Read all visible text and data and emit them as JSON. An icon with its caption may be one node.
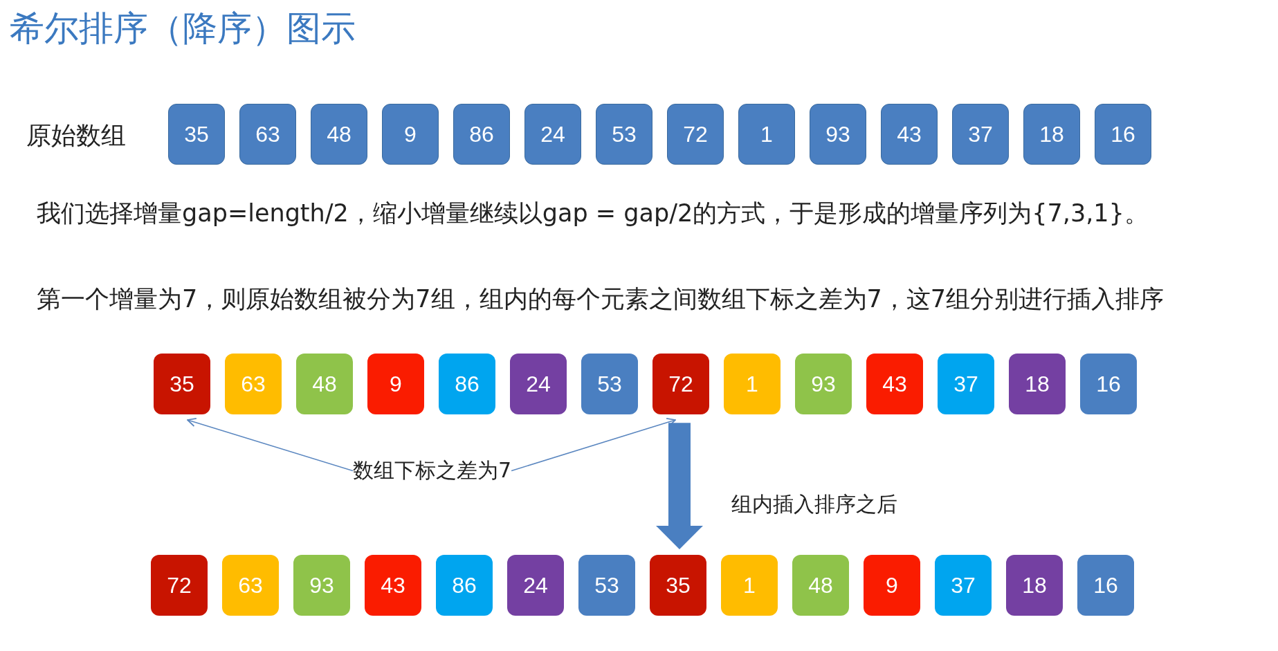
{
  "diagram": {
    "title": "希尔排序（降序）图示",
    "nodes": [
      {
        "text": [
          "35"
        ]
      },
      {
        "text": [
          "63"
        ]
      },
      {
        "text": [
          "48"
        ]
      },
      {
        "text": [
          "9"
        ]
      },
      {
        "text": [
          "86"
        ]
      },
      {
        "text": [
          "24"
        ]
      },
      {
        "text": [
          "53"
        ]
      },
      {
        "text": [
          "72"
        ]
      },
      {
        "text": [
          "1"
        ]
      },
      {
        "text": [
          "93"
        ]
      },
      {
        "text": [
          "43"
        ]
      },
      {
        "text": [
          "37"
        ]
      },
      {
        "text": [
          "18"
        ]
      },
      {
        "text": [
          "16"
        ]
      },
      {
        "text": [
          "35"
        ]
      },
      {
        "text": [
          "63"
        ]
      },
      {
        "text": [
          "48"
        ]
      },
      {
        "text": [
          "9"
        ]
      },
      {
        "text": [
          "86"
        ]
      },
      {
        "text": [
          "24"
        ]
      },
      {
        "text": [
          "53"
        ]
      },
      {
        "text": [
          "72"
        ]
      },
      {
        "text": [
          "1"
        ]
      },
      {
        "text": [
          "93"
        ]
      },
      {
        "text": [
          "43"
        ]
      },
      {
        "text": [
          "37"
        ]
      },
      {
        "text": [
          "18"
        ]
      },
      {
        "text": [
          "16"
        ]
      },
      {
        "text": [
          "数组下标之差为7"
        ]
      },
      {
        "text": [
          "72"
        ]
      },
      {
        "text": [
          "63"
        ]
      },
      {
        "text": [
          "93"
        ]
      },
      {
        "text": [
          "43"
        ]
      },
      {
        "text": [
          "86"
        ]
      },
      {
        "text": [
          "24"
        ]
      },
      {
        "text": [
          "53"
        ]
      },
      {
        "text": [
          "35"
        ]
      },
      {
        "text": [
          "1"
        ]
      },
      {
        "text": [
          "48"
        ]
      },
      {
        "text": [
          "9"
        ]
      },
      {
        "text": [
          "37"
        ]
      },
      {
        "text": [
          "18"
        ]
      },
      {
        "text": [
          "16"
        ]
      }
    ],
    "edges": [
      {
        "from": 28,
        "to": 14,
        "arrow": "to"
      },
      {
        "from": 28,
        "to": 21,
        "arrow": "to"
      },
      {
        "from": 21,
        "to": 36,
        "arrow": "to",
        "style": "thick",
        "label": "组内插入排序之后"
      }
    ],
    "labels": [
      "原始数组",
      "我们选择增量gap=length/2，缩小增量继续以gap = gap/2的方式，于是形成的增量序列为{7,3,1}。",
      "第一个增量为7，则原始数组被分为7组，组内的每个元素之间数组下标之差为7，这7组分别进行插入排序"
    ]
  }
}
